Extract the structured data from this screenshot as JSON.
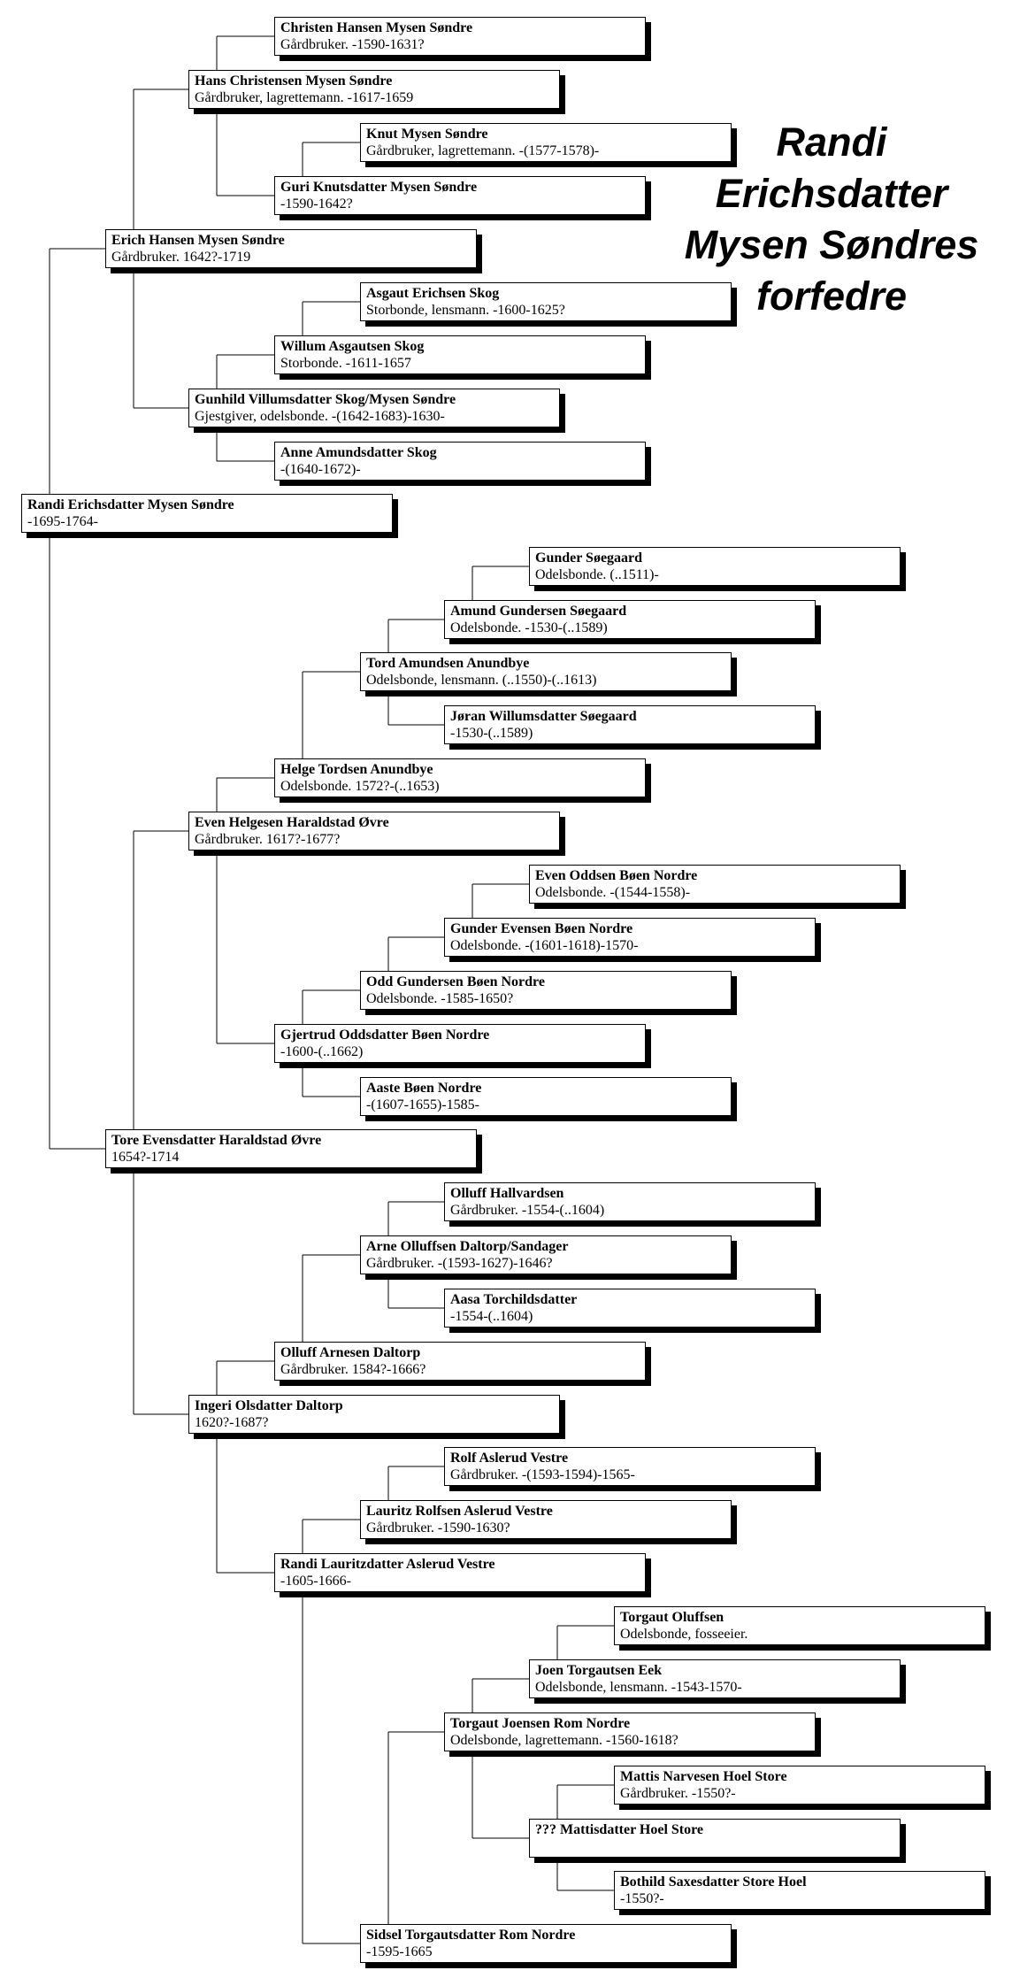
{
  "title": [
    "Randi",
    "Erichsdatter",
    "Mysen Søndres",
    "forfedre"
  ],
  "people": [
    {
      "id": "p01",
      "name": "Christen Hansen Mysen Søndre",
      "info": "Gårdbruker.  -1590-1631?"
    },
    {
      "id": "p02",
      "name": "Hans Christensen Mysen Søndre",
      "info": "Gårdbruker, lagrettemann.   -1617-1659"
    },
    {
      "id": "p03",
      "name": "Knut Mysen Søndre",
      "info": "Gårdbruker, lagrettemann.   -(1577-1578)-"
    },
    {
      "id": "p04",
      "name": "Guri Knutsdatter Mysen Søndre",
      "info": "-1590-1642?"
    },
    {
      "id": "p05",
      "name": "Erich Hansen Mysen Søndre",
      "info": "Gårdbruker.  1642?-1719"
    },
    {
      "id": "p06",
      "name": "Asgaut Erichsen Skog",
      "info": "Storbonde, lensmann.  -1600-1625?"
    },
    {
      "id": "p07",
      "name": "Willum Asgautsen Skog",
      "info": "Storbonde.  -1611-1657"
    },
    {
      "id": "p08",
      "name": "Gunhild Villumsdatter Skog/Mysen Søndre",
      "info": "Gjestgiver, odelsbonde.  -(1642-1683)-1630-"
    },
    {
      "id": "p09",
      "name": "Anne Amundsdatter Skog",
      "info": "-(1640-1672)-"
    },
    {
      "id": "p10",
      "name": "Randi Erichsdatter Mysen Søndre",
      "info": "-1695-1764-"
    },
    {
      "id": "p11",
      "name": "Gunder Søegaard",
      "info": "Odelsbonde.  (..1511)-"
    },
    {
      "id": "p12",
      "name": "Amund Gundersen Søegaard",
      "info": "Odelsbonde.  -1530-(..1589)"
    },
    {
      "id": "p13",
      "name": "Tord Amundsen Anundbye",
      "info": "Odelsbonde, lensmann.  (..1550)-(..1613)"
    },
    {
      "id": "p14",
      "name": "Jøran Willumsdatter Søegaard",
      "info": "-1530-(..1589)"
    },
    {
      "id": "p15",
      "name": "Helge Tordsen Anundbye",
      "info": "Odelsbonde. 1572?-(..1653)"
    },
    {
      "id": "p16",
      "name": "Even Helgesen Haraldstad Øvre",
      "info": "Gårdbruker.  1617?-1677?"
    },
    {
      "id": "p17",
      "name": "Even Oddsen Bøen Nordre",
      "info": "Odelsbonde.  -(1544-1558)-"
    },
    {
      "id": "p18",
      "name": "Gunder Evensen Bøen Nordre",
      "info": "Odelsbonde.  -(1601-1618)-1570-"
    },
    {
      "id": "p19",
      "name": "Odd Gundersen Bøen Nordre",
      "info": "Odelsbonde.  -1585-1650?"
    },
    {
      "id": "p20",
      "name": "Gjertrud Oddsdatter Bøen Nordre",
      "info": "-1600-(..1662)"
    },
    {
      "id": "p21",
      "name": "Aaste Bøen Nordre",
      "info": "-(1607-1655)-1585-"
    },
    {
      "id": "p22",
      "name": "Tore Evensdatter Haraldstad Øvre",
      "info": "1654?-1714"
    },
    {
      "id": "p23",
      "name": "Olluff Hallvardsen",
      "info": "Gårdbruker.  -1554-(..1604)"
    },
    {
      "id": "p24",
      "name": "Arne Olluffsen Daltorp/Sandager",
      "info": "Gårdbruker.  -(1593-1627)-1646?"
    },
    {
      "id": "p25",
      "name": "Aasa Torchildsdatter",
      "info": "-1554-(..1604)"
    },
    {
      "id": "p26",
      "name": "Olluff Arnesen Daltorp",
      "info": "Gårdbruker.  1584?-1666?"
    },
    {
      "id": "p27",
      "name": "Ingeri Olsdatter Daltorp",
      "info": "1620?-1687?"
    },
    {
      "id": "p28",
      "name": "Rolf Aslerud Vestre",
      "info": "Gårdbruker.  -(1593-1594)-1565-"
    },
    {
      "id": "p29",
      "name": "Lauritz Rolfsen Aslerud Vestre",
      "info": "Gårdbruker.  -1590-1630?"
    },
    {
      "id": "p30",
      "name": "Randi Lauritzdatter Aslerud Vestre",
      "info": "-1605-1666-"
    },
    {
      "id": "p31",
      "name": "Torgaut Oluffsen",
      "info": "Odelsbonde, fosseeier."
    },
    {
      "id": "p32",
      "name": "Joen Torgautsen Eek",
      "info": "Odelsbonde, lensmann.  -1543-1570-"
    },
    {
      "id": "p33",
      "name": "Torgaut Joensen Rom Nordre",
      "info": "Odelsbonde, lagrettemann.  -1560-1618?"
    },
    {
      "id": "p34",
      "name": "Mattis Narvesen Hoel Store",
      "info": "Gårdbruker.  -1550?-"
    },
    {
      "id": "p35",
      "name": "??? Mattisdatter Hoel Store",
      "info": ""
    },
    {
      "id": "p36",
      "name": "Bothild Saxesdatter  Store Hoel",
      "info": "-1550?-"
    },
    {
      "id": "p37",
      "name": "Sidsel Torgautsdatter Rom Nordre",
      "info": "-1595-1665"
    }
  ],
  "relations": [
    [
      "p02",
      "p01",
      "p04"
    ],
    [
      "p04",
      "p03",
      null
    ],
    [
      "p05",
      "p02",
      "p08"
    ],
    [
      "p08",
      "p07",
      "p09"
    ],
    [
      "p07",
      "p06",
      null
    ],
    [
      "p10",
      "p05",
      "p22"
    ],
    [
      "p22",
      "p16",
      "p27"
    ],
    [
      "p16",
      "p15",
      "p20"
    ],
    [
      "p15",
      "p13",
      null
    ],
    [
      "p13",
      "p12",
      "p14"
    ],
    [
      "p12",
      "p11",
      null
    ],
    [
      "p20",
      "p19",
      "p21"
    ],
    [
      "p19",
      "p18",
      null
    ],
    [
      "p18",
      "p17",
      null
    ],
    [
      "p27",
      "p26",
      "p30"
    ],
    [
      "p26",
      "p24",
      null
    ],
    [
      "p24",
      "p23",
      "p25"
    ],
    [
      "p30",
      "p29",
      "p37"
    ],
    [
      "p29",
      "p28",
      null
    ],
    [
      "p37",
      "p33",
      null
    ],
    [
      "p33",
      "p32",
      "p35"
    ],
    [
      "p32",
      "p31",
      null
    ],
    [
      "p35",
      "p34",
      "p36"
    ]
  ]
}
